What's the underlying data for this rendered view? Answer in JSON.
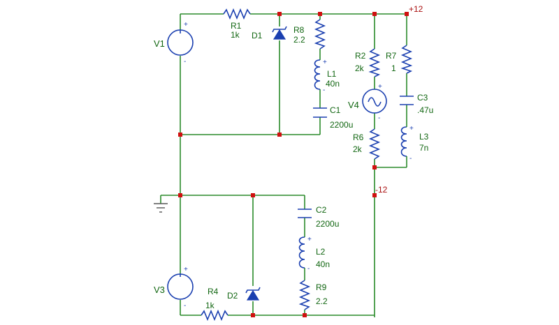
{
  "rails": {
    "pos": "+12",
    "neg": "-12"
  },
  "components": {
    "V1": {
      "name": "V1",
      "value": "",
      "plus": "+",
      "minus": "-"
    },
    "V3": {
      "name": "V3",
      "value": "",
      "plus": "+",
      "minus": "-"
    },
    "V4": {
      "name": "V4",
      "value": "",
      "plus": "+",
      "minus": "-"
    },
    "R1": {
      "name": "R1",
      "value": "1k"
    },
    "R2": {
      "name": "R2",
      "value": "2k"
    },
    "R4": {
      "name": "R4",
      "value": "1k"
    },
    "R6": {
      "name": "R6",
      "value": "2k"
    },
    "R7": {
      "name": "R7",
      "value": "1"
    },
    "R8": {
      "name": "R8",
      "value": "2.2"
    },
    "R9": {
      "name": "R9",
      "value": "2.2"
    },
    "L1": {
      "name": "L1",
      "value": "40n",
      "plus": "+",
      "minus": "-"
    },
    "L2": {
      "name": "L2",
      "value": "40n",
      "plus": "+",
      "minus": "-"
    },
    "L3": {
      "name": "L3",
      "value": "7n",
      "plus": "+",
      "minus": "-"
    },
    "C1": {
      "name": "C1",
      "value": "2200u"
    },
    "C2": {
      "name": "C2",
      "value": "2200u"
    },
    "C3": {
      "name": "C3",
      "value": ".47u"
    },
    "D1": {
      "name": "D1",
      "value": ""
    },
    "D2": {
      "name": "D2",
      "value": ""
    }
  },
  "colors": {
    "wire": "#2a8a2a",
    "component": "#1a3fb0",
    "label": "#116611",
    "node": "#d01010",
    "rail": "#aa1111"
  }
}
